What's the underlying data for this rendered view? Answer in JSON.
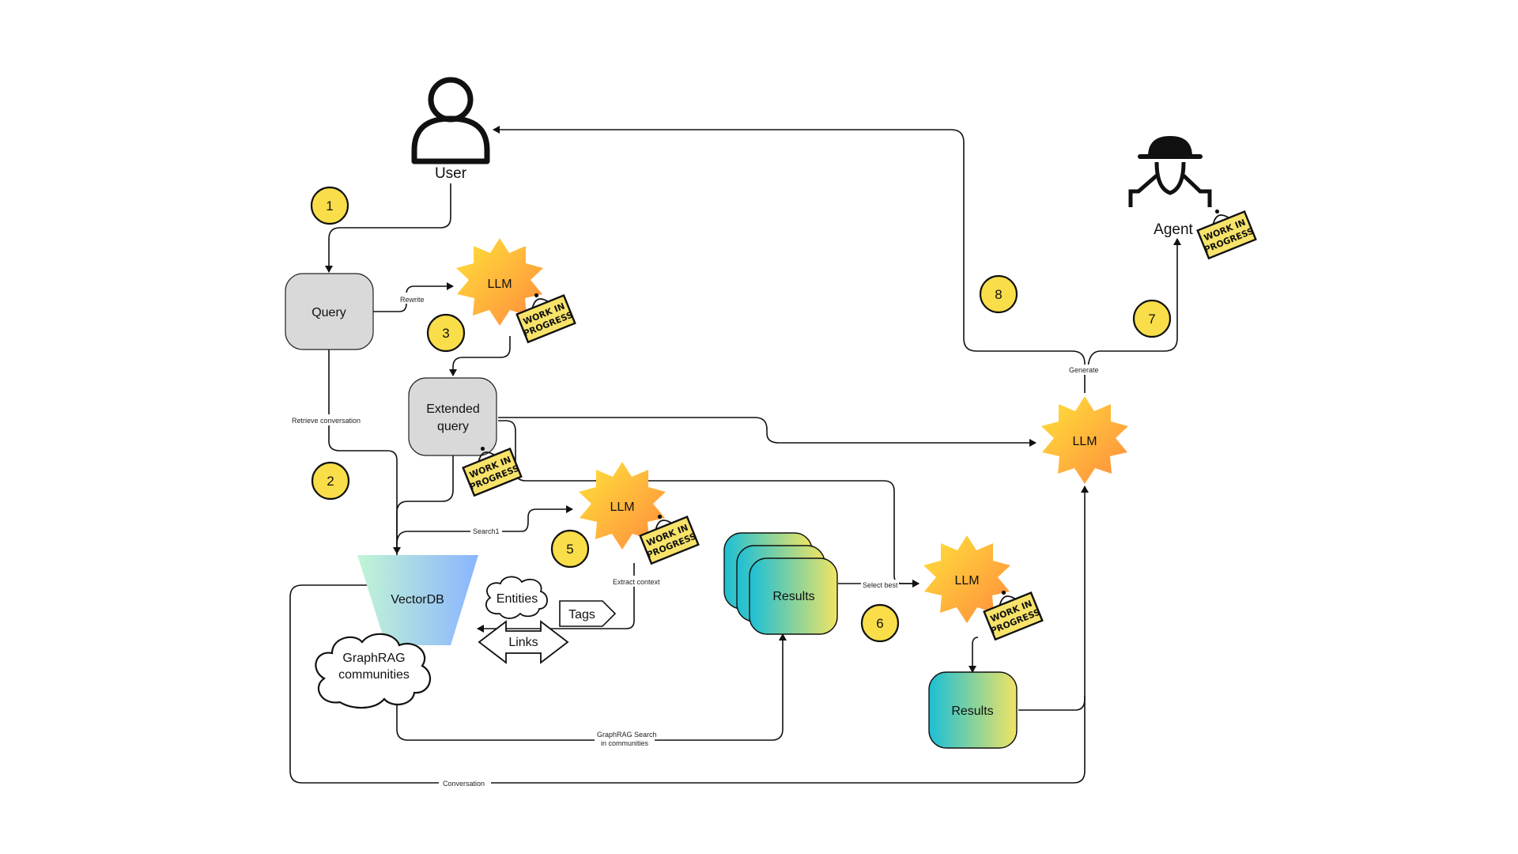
{
  "actors": {
    "user": "User",
    "agent": "Agent"
  },
  "nodes": {
    "query": "Query",
    "extended_query_line1": "Extended",
    "extended_query_line2": "query",
    "llm_rewrite": "LLM",
    "llm_extract": "LLM",
    "llm_select": "LLM",
    "llm_generate": "LLM",
    "vectordb": "VectorDB",
    "graphrag_line1": "GraphRAG",
    "graphrag_line2": "communities",
    "entities": "Entities",
    "tags": "Tags",
    "links": "Links",
    "results_stack": "Results",
    "results_final": "Results"
  },
  "edges": {
    "rewrite": "Rewrite",
    "retrieve_conversation": "Retrieve conversation",
    "search": "Search1",
    "extract_context": "Extract context",
    "select_best": "Select best",
    "graphrag_search_line1": "GraphRAG Search",
    "graphrag_search_line2": "in communities",
    "conversation": "Conversation",
    "generate": "Generate"
  },
  "steps": [
    "1",
    "2",
    "3",
    "5",
    "6",
    "7",
    "8"
  ],
  "badge": {
    "line1": "WORK IN",
    "line2": "PROGRESS"
  },
  "colors": {
    "step_fill": "#f9de4a",
    "query_fill": "#d9d9d9",
    "burst_start": "#ffe23a",
    "burst_end": "#ff8a3d",
    "results_start": "#1bbfd6",
    "results_end": "#f0e463",
    "vectordb_start": "#b9f2d0",
    "vectordb_end": "#8fb7ff",
    "badge_fill": "#f7e36a"
  }
}
